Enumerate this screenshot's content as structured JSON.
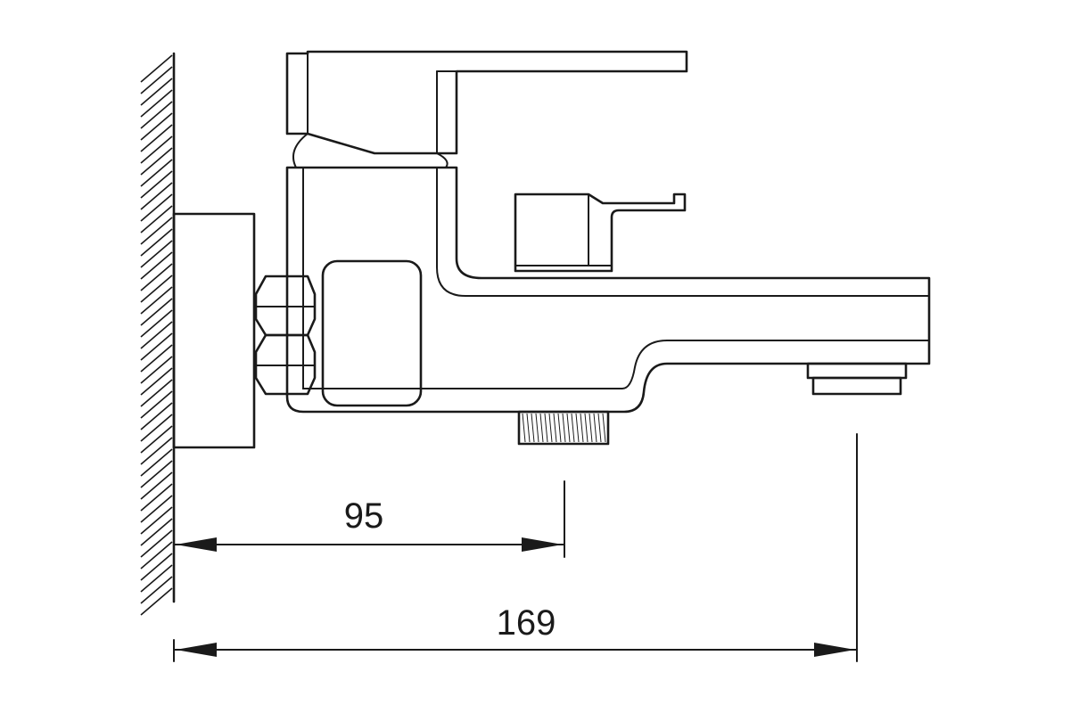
{
  "dimensions": [
    {
      "id": "short",
      "label": "95"
    },
    {
      "id": "long",
      "label": "169"
    }
  ],
  "colors": {
    "stroke": "#1a1a1a",
    "background": "#ffffff"
  }
}
